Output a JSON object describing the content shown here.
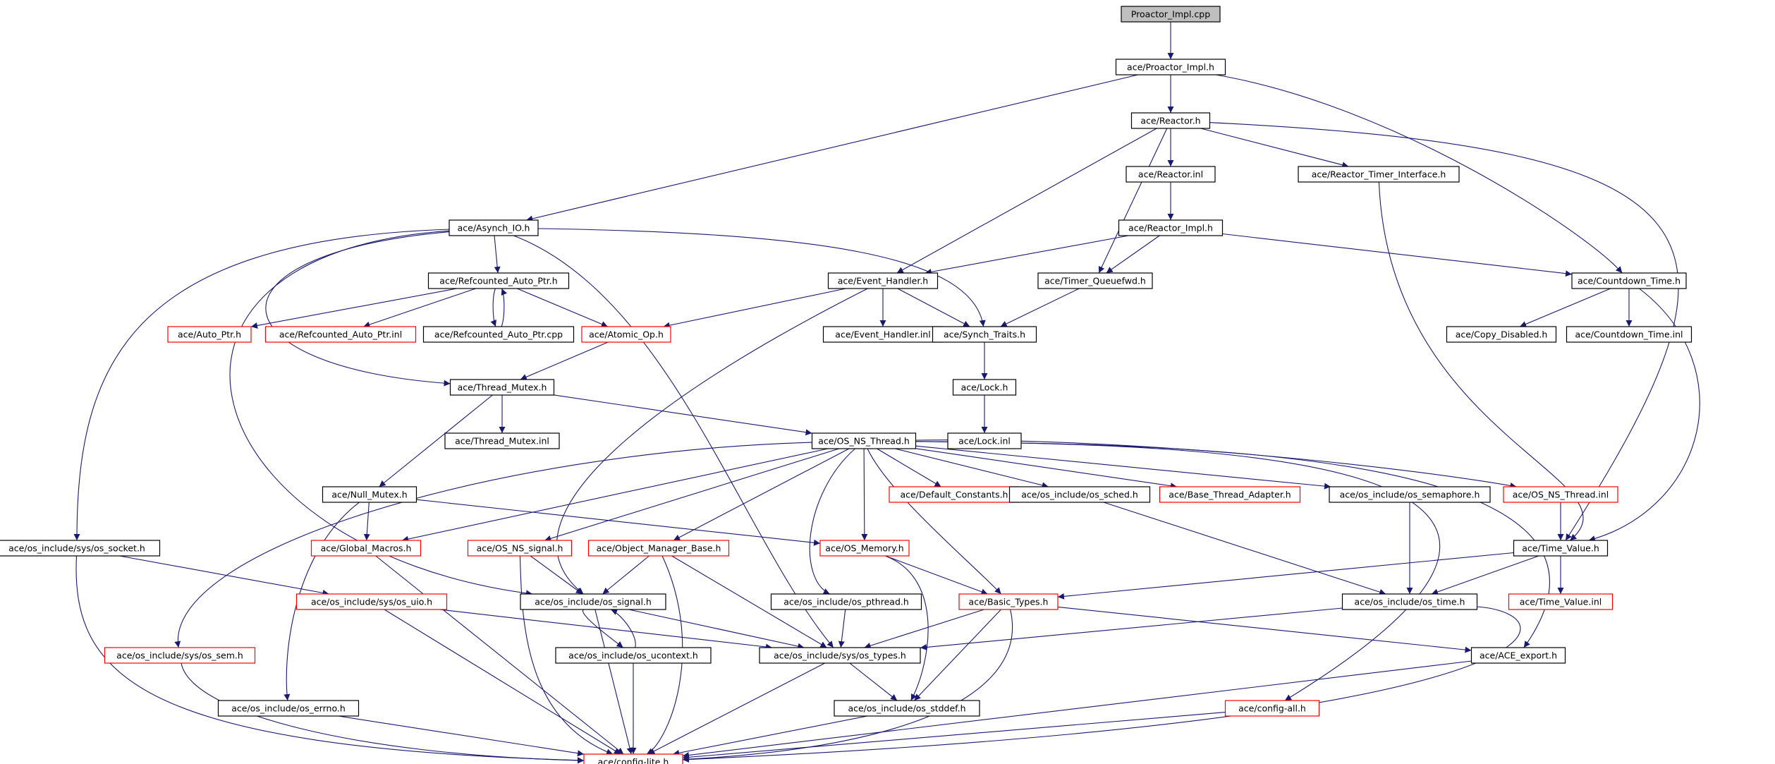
{
  "title": "Proactor_Impl.cpp",
  "colors": {
    "edge": "#191970",
    "node_border": "#000000",
    "truncated_node_border": "#ff0000",
    "root_fill": "#bfbfbf"
  },
  "nodes": [
    {
      "id": "root",
      "label": "Proactor_Impl.cpp",
      "kind": "root"
    },
    {
      "id": "proactor_impl_h",
      "label": "ace/Proactor_Impl.h",
      "kind": "normal"
    },
    {
      "id": "reactor_h",
      "label": "ace/Reactor.h",
      "kind": "normal"
    },
    {
      "id": "asynch_io_h",
      "label": "ace/Asynch_IO.h",
      "kind": "normal"
    },
    {
      "id": "reactor_inl",
      "label": "ace/Reactor.inl",
      "kind": "normal"
    },
    {
      "id": "reactor_timer_interface_h",
      "label": "ace/Reactor_Timer_Interface.h",
      "kind": "normal"
    },
    {
      "id": "reactor_impl_h",
      "label": "ace/Reactor_Impl.h",
      "kind": "normal"
    },
    {
      "id": "refcounted_auto_ptr_h",
      "label": "ace/Refcounted_Auto_Ptr.h",
      "kind": "normal"
    },
    {
      "id": "event_handler_h",
      "label": "ace/Event_Handler.h",
      "kind": "normal"
    },
    {
      "id": "timer_queuefwd_h",
      "label": "ace/Timer_Queuefwd.h",
      "kind": "normal"
    },
    {
      "id": "countdown_time_h",
      "label": "ace/Countdown_Time.h",
      "kind": "normal"
    },
    {
      "id": "auto_ptr_h",
      "label": "ace/Auto_Ptr.h",
      "kind": "truncated"
    },
    {
      "id": "refcounted_auto_ptr_inl",
      "label": "ace/Refcounted_Auto_Ptr.inl",
      "kind": "truncated"
    },
    {
      "id": "refcounted_auto_ptr_cpp",
      "label": "ace/Refcounted_Auto_Ptr.cpp",
      "kind": "normal"
    },
    {
      "id": "atomic_op_h",
      "label": "ace/Atomic_Op.h",
      "kind": "truncated"
    },
    {
      "id": "event_handler_inl",
      "label": "ace/Event_Handler.inl",
      "kind": "normal"
    },
    {
      "id": "synch_traits_h",
      "label": "ace/Synch_Traits.h",
      "kind": "normal"
    },
    {
      "id": "copy_disabled_h",
      "label": "ace/Copy_Disabled.h",
      "kind": "normal"
    },
    {
      "id": "countdown_time_inl",
      "label": "ace/Countdown_Time.inl",
      "kind": "normal"
    },
    {
      "id": "thread_mutex_h",
      "label": "ace/Thread_Mutex.h",
      "kind": "normal"
    },
    {
      "id": "lock_h",
      "label": "ace/Lock.h",
      "kind": "normal"
    },
    {
      "id": "thread_mutex_inl",
      "label": "ace/Thread_Mutex.inl",
      "kind": "normal"
    },
    {
      "id": "os_ns_thread_h",
      "label": "ace/OS_NS_Thread.h",
      "kind": "normal"
    },
    {
      "id": "lock_inl",
      "label": "ace/Lock.inl",
      "kind": "normal"
    },
    {
      "id": "null_mutex_h",
      "label": "ace/Null_Mutex.h",
      "kind": "normal"
    },
    {
      "id": "default_constants_h",
      "label": "ace/Default_Constants.h",
      "kind": "truncated"
    },
    {
      "id": "os_sched_h",
      "label": "ace/os_include/os_sched.h",
      "kind": "normal"
    },
    {
      "id": "base_thread_adapter_h",
      "label": "ace/Base_Thread_Adapter.h",
      "kind": "truncated"
    },
    {
      "id": "os_semaphore_h",
      "label": "ace/os_include/os_semaphore.h",
      "kind": "normal"
    },
    {
      "id": "os_ns_thread_inl",
      "label": "ace/OS_NS_Thread.inl",
      "kind": "truncated"
    },
    {
      "id": "os_socket_h",
      "label": "ace/os_include/sys/os_socket.h",
      "kind": "normal"
    },
    {
      "id": "global_macros_h",
      "label": "ace/Global_Macros.h",
      "kind": "truncated"
    },
    {
      "id": "os_ns_signal_h",
      "label": "ace/OS_NS_signal.h",
      "kind": "truncated"
    },
    {
      "id": "object_manager_base_h",
      "label": "ace/Object_Manager_Base.h",
      "kind": "truncated"
    },
    {
      "id": "os_memory_h",
      "label": "ace/OS_Memory.h",
      "kind": "truncated"
    },
    {
      "id": "time_value_h",
      "label": "ace/Time_Value.h",
      "kind": "normal"
    },
    {
      "id": "os_uio_h",
      "label": "ace/os_include/sys/os_uio.h",
      "kind": "truncated"
    },
    {
      "id": "os_signal_h",
      "label": "ace/os_include/os_signal.h",
      "kind": "normal"
    },
    {
      "id": "os_pthread_h",
      "label": "ace/os_include/os_pthread.h",
      "kind": "normal"
    },
    {
      "id": "basic_types_h",
      "label": "ace/Basic_Types.h",
      "kind": "truncated"
    },
    {
      "id": "os_time_h",
      "label": "ace/os_include/os_time.h",
      "kind": "normal"
    },
    {
      "id": "time_value_inl",
      "label": "ace/Time_Value.inl",
      "kind": "truncated"
    },
    {
      "id": "os_sem_h",
      "label": "ace/os_include/sys/os_sem.h",
      "kind": "truncated"
    },
    {
      "id": "os_ucontext_h",
      "label": "ace/os_include/os_ucontext.h",
      "kind": "normal"
    },
    {
      "id": "os_types_h",
      "label": "ace/os_include/sys/os_types.h",
      "kind": "normal"
    },
    {
      "id": "ace_export_h",
      "label": "ace/ACE_export.h",
      "kind": "normal"
    },
    {
      "id": "os_errno_h",
      "label": "ace/os_include/os_errno.h",
      "kind": "normal"
    },
    {
      "id": "os_stddef_h",
      "label": "ace/os_include/os_stddef.h",
      "kind": "normal"
    },
    {
      "id": "config_all_h",
      "label": "ace/config-all.h",
      "kind": "truncated"
    },
    {
      "id": "config_lite_h",
      "label": "ace/config-lite.h",
      "kind": "truncated"
    }
  ],
  "edges": [
    [
      "root",
      "proactor_impl_h"
    ],
    [
      "proactor_impl_h",
      "reactor_h"
    ],
    [
      "proactor_impl_h",
      "asynch_io_h"
    ],
    [
      "proactor_impl_h",
      "countdown_time_h"
    ],
    [
      "reactor_h",
      "reactor_inl"
    ],
    [
      "reactor_h",
      "reactor_timer_interface_h"
    ],
    [
      "reactor_h",
      "event_handler_h"
    ],
    [
      "reactor_h",
      "timer_queuefwd_h"
    ],
    [
      "reactor_h",
      "time_value_h"
    ],
    [
      "reactor_inl",
      "reactor_impl_h"
    ],
    [
      "reactor_impl_h",
      "event_handler_h"
    ],
    [
      "reactor_impl_h",
      "timer_queuefwd_h"
    ],
    [
      "reactor_impl_h",
      "countdown_time_h"
    ],
    [
      "reactor_timer_interface_h",
      "time_value_h"
    ],
    [
      "asynch_io_h",
      "refcounted_auto_ptr_h"
    ],
    [
      "asynch_io_h",
      "synch_traits_h"
    ],
    [
      "asynch_io_h",
      "thread_mutex_h"
    ],
    [
      "asynch_io_h",
      "os_socket_h"
    ],
    [
      "asynch_io_h",
      "os_signal_h"
    ],
    [
      "asynch_io_h",
      "os_types_h"
    ],
    [
      "refcounted_auto_ptr_h",
      "auto_ptr_h"
    ],
    [
      "refcounted_auto_ptr_h",
      "refcounted_auto_ptr_inl"
    ],
    [
      "refcounted_auto_ptr_h",
      "refcounted_auto_ptr_cpp"
    ],
    [
      "refcounted_auto_ptr_cpp",
      "refcounted_auto_ptr_h"
    ],
    [
      "refcounted_auto_ptr_h",
      "atomic_op_h"
    ],
    [
      "event_handler_h",
      "atomic_op_h"
    ],
    [
      "event_handler_h",
      "event_handler_inl"
    ],
    [
      "event_handler_h",
      "synch_traits_h"
    ],
    [
      "event_handler_h",
      "os_signal_h"
    ],
    [
      "timer_queuefwd_h",
      "synch_traits_h"
    ],
    [
      "countdown_time_h",
      "copy_disabled_h"
    ],
    [
      "countdown_time_h",
      "countdown_time_inl"
    ],
    [
      "countdown_time_h",
      "time_value_h"
    ],
    [
      "atomic_op_h",
      "thread_mutex_h"
    ],
    [
      "synch_traits_h",
      "lock_h"
    ],
    [
      "lock_h",
      "lock_inl"
    ],
    [
      "thread_mutex_h",
      "thread_mutex_inl"
    ],
    [
      "thread_mutex_h",
      "os_ns_thread_h"
    ],
    [
      "thread_mutex_h",
      "null_mutex_h"
    ],
    [
      "null_mutex_h",
      "global_macros_h"
    ],
    [
      "null_mutex_h",
      "os_memory_h"
    ],
    [
      "null_mutex_h",
      "os_errno_h"
    ],
    [
      "os_ns_thread_h",
      "default_constants_h"
    ],
    [
      "os_ns_thread_h",
      "os_sched_h"
    ],
    [
      "os_ns_thread_h",
      "base_thread_adapter_h"
    ],
    [
      "os_ns_thread_h",
      "os_semaphore_h"
    ],
    [
      "os_ns_thread_h",
      "os_ns_thread_inl"
    ],
    [
      "os_ns_thread_h",
      "global_macros_h"
    ],
    [
      "os_ns_thread_h",
      "os_ns_signal_h"
    ],
    [
      "os_ns_thread_h",
      "object_manager_base_h"
    ],
    [
      "os_ns_thread_h",
      "os_memory_h"
    ],
    [
      "os_ns_thread_h",
      "os_pthread_h"
    ],
    [
      "os_ns_thread_h",
      "basic_types_h"
    ],
    [
      "os_ns_thread_h",
      "os_sem_h"
    ],
    [
      "os_ns_thread_h",
      "ace_export_h"
    ],
    [
      "os_ns_thread_h",
      "config_all_h"
    ],
    [
      "os_sched_h",
      "os_time_h"
    ],
    [
      "os_semaphore_h",
      "os_time_h"
    ],
    [
      "os_ns_thread_inl",
      "time_value_h"
    ],
    [
      "os_socket_h",
      "os_uio_h"
    ],
    [
      "os_socket_h",
      "config_lite_h"
    ],
    [
      "global_macros_h",
      "config_lite_h"
    ],
    [
      "os_ns_signal_h",
      "os_signal_h"
    ],
    [
      "os_ns_signal_h",
      "config_lite_h"
    ],
    [
      "object_manager_base_h",
      "os_signal_h"
    ],
    [
      "object_manager_base_h",
      "os_types_h"
    ],
    [
      "object_manager_base_h",
      "config_lite_h"
    ],
    [
      "os_memory_h",
      "basic_types_h"
    ],
    [
      "os_memory_h",
      "os_stddef_h"
    ],
    [
      "time_value_h",
      "basic_types_h"
    ],
    [
      "time_value_h",
      "os_time_h"
    ],
    [
      "time_value_h",
      "time_value_inl"
    ],
    [
      "os_uio_h",
      "os_types_h"
    ],
    [
      "os_uio_h",
      "config_lite_h"
    ],
    [
      "os_signal_h",
      "os_ucontext_h"
    ],
    [
      "os_ucontext_h",
      "os_signal_h"
    ],
    [
      "os_signal_h",
      "os_types_h"
    ],
    [
      "os_signal_h",
      "config_lite_h"
    ],
    [
      "os_ucontext_h",
      "config_lite_h"
    ],
    [
      "os_pthread_h",
      "os_types_h"
    ],
    [
      "basic_types_h",
      "os_types_h"
    ],
    [
      "basic_types_h",
      "os_stddef_h"
    ],
    [
      "basic_types_h",
      "ace_export_h"
    ],
    [
      "basic_types_h",
      "config_lite_h"
    ],
    [
      "os_time_h",
      "os_types_h"
    ],
    [
      "os_time_h",
      "config_lite_h"
    ],
    [
      "os_sem_h",
      "config_lite_h"
    ],
    [
      "os_types_h",
      "os_stddef_h"
    ],
    [
      "os_types_h",
      "config_lite_h"
    ],
    [
      "os_stddef_h",
      "config_lite_h"
    ],
    [
      "ace_export_h",
      "config_lite_h"
    ],
    [
      "os_errno_h",
      "config_lite_h"
    ],
    [
      "config_all_h",
      "config_lite_h"
    ]
  ]
}
